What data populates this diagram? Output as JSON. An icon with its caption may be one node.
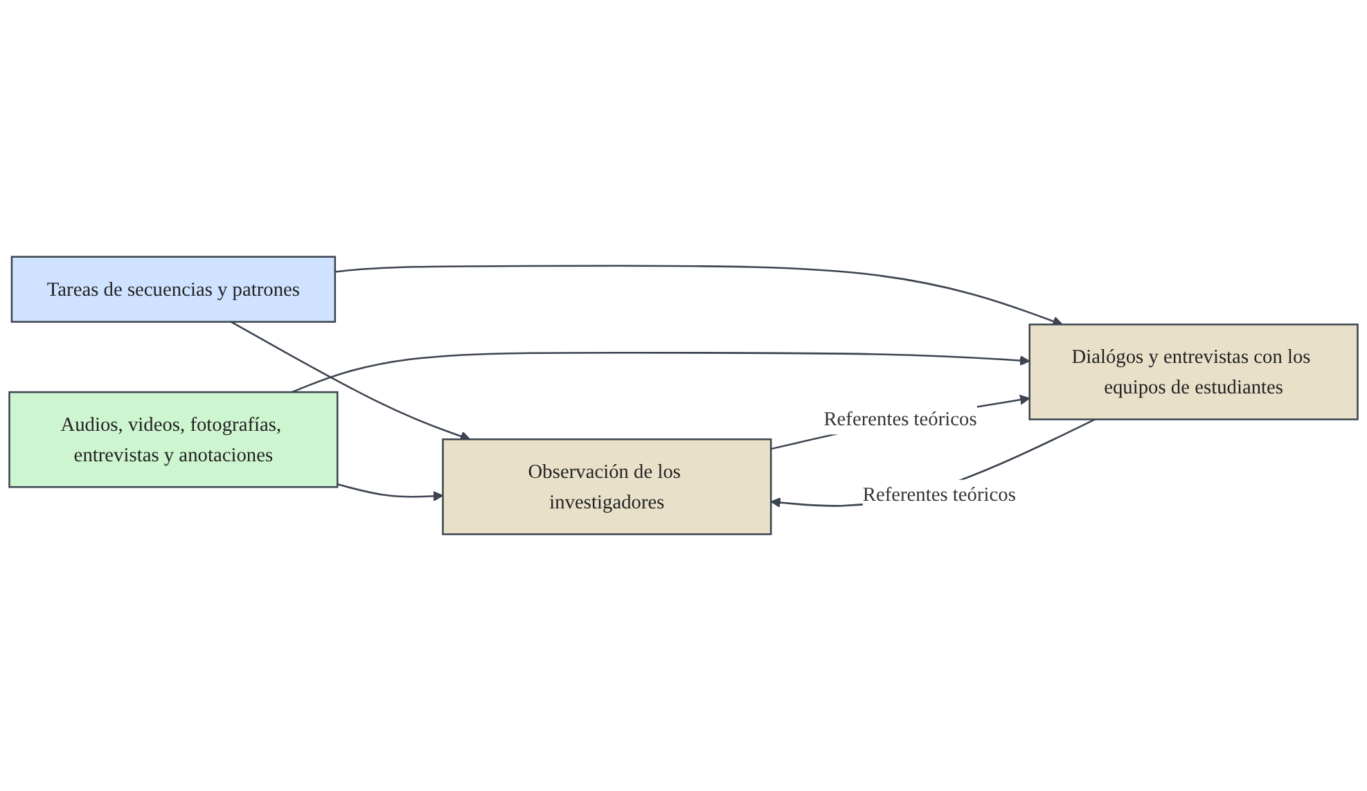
{
  "diagram": {
    "nodes": [
      {
        "text": [
          "Tareas de secuencias y patrones"
        ]
      },
      {
        "text": [
          "Observación de los investigadores"
        ]
      },
      {
        "text": [
          "Dialógos y entrevistas con los equipos de estudiantes"
        ]
      },
      {
        "text": [
          "Audios, videos, fotografías, entrevistas y anotaciones"
        ]
      }
    ],
    "edges": [
      {
        "from": 0,
        "to": 1,
        "arrow": "to"
      },
      {
        "from": 0,
        "to": 2,
        "arrow": "to"
      },
      {
        "from": 3,
        "to": 1,
        "arrow": "to"
      },
      {
        "from": 3,
        "to": 2,
        "arrow": "to"
      },
      {
        "from": 2,
        "to": 1,
        "arrow": "to",
        "label": "Referentes teóricos"
      },
      {
        "from": 1,
        "to": 2,
        "arrow": "to",
        "label": "Referentes teóricos"
      }
    ]
  }
}
